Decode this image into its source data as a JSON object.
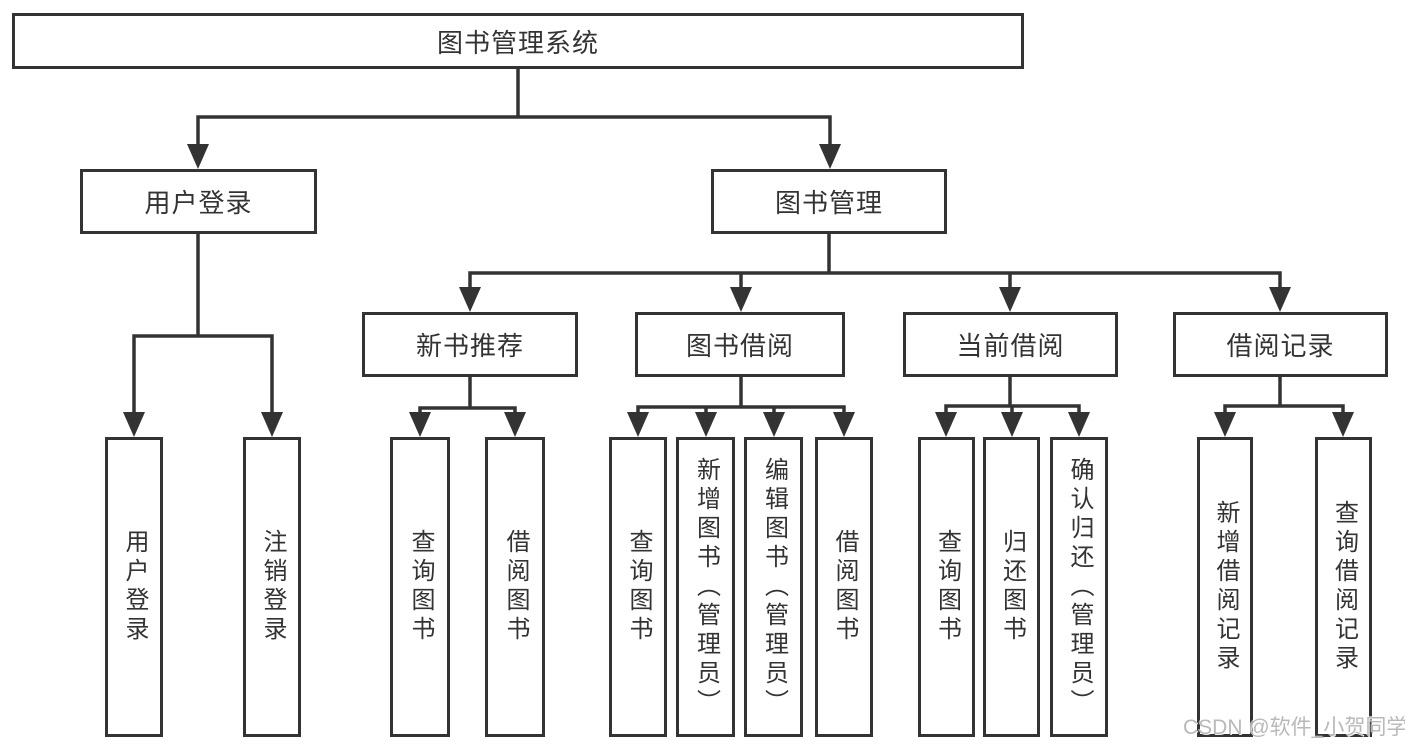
{
  "tree": {
    "label": "图书管理系统",
    "children": [
      {
        "label": "用户登录",
        "children": [
          {
            "label": "用户登录"
          },
          {
            "label": "注销登录"
          }
        ]
      },
      {
        "label": "图书管理",
        "children": [
          {
            "label": "新书推荐",
            "children": [
              {
                "label": "查询图书"
              },
              {
                "label": "借阅图书"
              }
            ]
          },
          {
            "label": "图书借阅",
            "children": [
              {
                "label": "查询图书"
              },
              {
                "label": "新增图书（管理员）"
              },
              {
                "label": "编辑图书（管理员）"
              },
              {
                "label": "借阅图书"
              }
            ]
          },
          {
            "label": "当前借阅",
            "children": [
              {
                "label": "查询图书"
              },
              {
                "label": "归还图书"
              },
              {
                "label": "确认归还（管理员）"
              }
            ]
          },
          {
            "label": "借阅记录",
            "children": [
              {
                "label": "新增借阅记录"
              },
              {
                "label": "查询借阅记录"
              }
            ]
          }
        ]
      }
    ]
  },
  "watermark": {
    "text": "CSDN @软件_小贺同学"
  },
  "colors": {
    "line": "#333333",
    "border": "#333333",
    "text": "#333333",
    "watermark": "#b9b9b9",
    "background": "#ffffff"
  }
}
